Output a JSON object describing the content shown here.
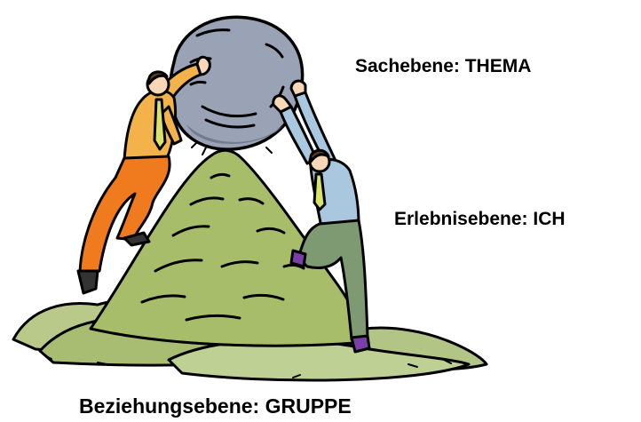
{
  "labels": {
    "thema": "Sachebene: THEMA",
    "ich": "Erlebnisebene: ICH",
    "gruppe": "Beziehungsebene: GRUPPE"
  },
  "colors": {
    "boulder": "#9aa3b5",
    "hill": "#a8bd6a",
    "hill_base": "#b8c98a",
    "left_figure_shirt": "#f3b24a",
    "left_figure_pants": "#f07a1e",
    "right_figure_shirt": "#a9c8df",
    "right_figure_pants": "#7d9a72",
    "outline": "#000000"
  },
  "icons": {
    "scene": "sisyphus-teamwork-illustration"
  }
}
